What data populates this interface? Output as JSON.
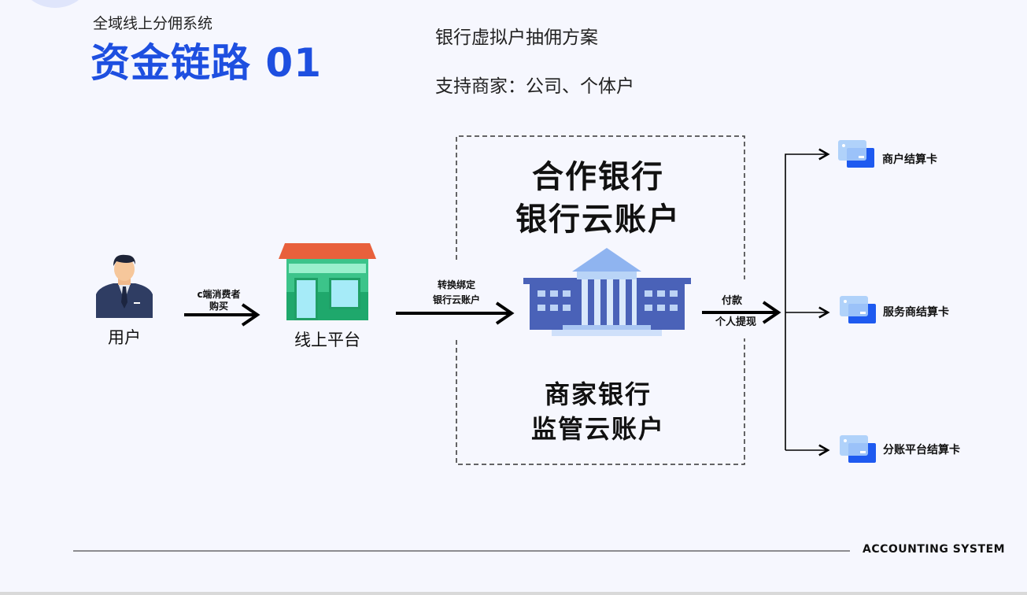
{
  "header": {
    "subtitle": "全域线上分佣系统",
    "title": "资金链路 01"
  },
  "info": {
    "scheme": "银行虚拟户抽佣方案",
    "support": "支持商家：公司、个体户"
  },
  "nodes": {
    "user": "用户",
    "platform": "线上平台"
  },
  "arrows": {
    "purchase_line1": "c端消费者",
    "purchase_line2": "购买",
    "bind_line1": "转换绑定",
    "bind_line2": "银行云账户",
    "pay": "付款",
    "withdraw": "个人提现"
  },
  "bank_box": {
    "top_line1": "合作银行",
    "top_line2": "银行云账户",
    "bottom_line1": "商家银行",
    "bottom_line2": "监管云账户"
  },
  "cards": [
    {
      "label": "商户结算卡"
    },
    {
      "label": "服务商结算卡"
    },
    {
      "label": "分账平台结算卡"
    }
  ],
  "footer": {
    "label": "ACCOUNTING SYSTEM"
  },
  "colors": {
    "accent": "#1e4fe0",
    "store_green": "#22a86e",
    "roof": "#e8603c",
    "bank": "#4a62b8"
  }
}
